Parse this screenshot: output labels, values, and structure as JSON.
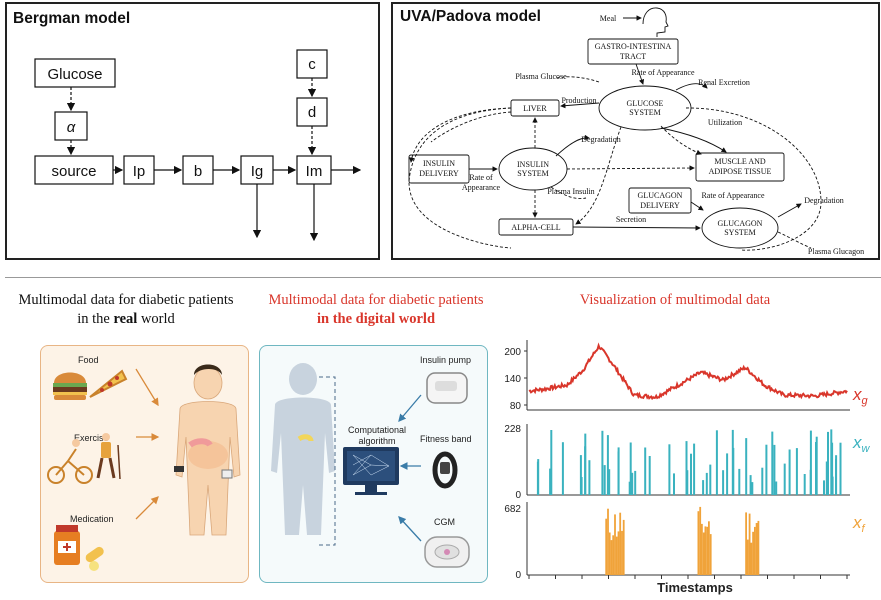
{
  "bergman": {
    "title": "Bergman model",
    "nodes": {
      "glucose": "Glucose",
      "alpha": "α",
      "source": "source",
      "ip": "Ip",
      "b": "b",
      "ig": "Ig",
      "im": "Im",
      "c": "c",
      "d": "d"
    }
  },
  "uva": {
    "title": "UVA/Padova model",
    "meal": "Meal",
    "gi_tract": [
      "GASTRO-INTESTINA",
      "TRACT"
    ],
    "rate_appearance": "Rate of Appearance",
    "renal": "Renal Excretion",
    "plasma_glucose": "Plasma Glucose",
    "liver": "LIVER",
    "production": "Production",
    "glucose_system": [
      "GLUCOSE",
      "SYSTEM"
    ],
    "utilization": "Utilization",
    "degradation": "Degradation",
    "insulin_delivery": [
      "INSULIN",
      "DELIVERY"
    ],
    "insulin_system": [
      "INSULIN",
      "SYSTEM"
    ],
    "muscle": [
      "MUSCLE AND",
      "ADIPOSE TISSUE"
    ],
    "rate_appearance2": [
      "Rate of",
      "Appearance"
    ],
    "plasma_insulin": "Plasma Insulin",
    "glucagon_delivery": [
      "GLUCAGON",
      "DELIVERY"
    ],
    "rate_appearance3": "Rate of Appearance",
    "degradation2": "Degradation",
    "alpha_cell": "ALPHA-CELL",
    "secretion": "Secretion",
    "glucagon_system": [
      "GLUCAGON",
      "SYSTEM"
    ],
    "plasma_glucagon": "Plasma Glucagon"
  },
  "bottom": {
    "real_caption": {
      "line1": "Multimodal data for diabetic patients",
      "line2_pre": "in the ",
      "line2_bold": "real",
      "line2_post": " world"
    },
    "digital_caption": {
      "line1": "Multimodal data for diabetic patients",
      "line2": "in the digital world"
    },
    "viz_caption": "Visualization of multimodal data",
    "real_labels": {
      "food": "Food",
      "exercise": "Exercise",
      "medication": "Medication"
    },
    "digital_labels": {
      "algo": [
        "Computational",
        "algorithm"
      ],
      "pump": "Insulin pump",
      "band": "Fitness band",
      "cgm": "CGM"
    },
    "xlabel": "Timestamps"
  },
  "colors": {
    "red": "#d9362b",
    "teal": "#3ab2bf",
    "orange": "#f0a33a",
    "panel_orange": "#e8b585",
    "panel_teal": "#6fb7c1"
  },
  "chart_data": [
    {
      "type": "line",
      "series": [
        {
          "name": "x_g"
        }
      ],
      "yticks": [
        80,
        140,
        200
      ],
      "ylim": [
        70,
        210
      ],
      "approx_points": [
        [
          0,
          108
        ],
        [
          5,
          112
        ],
        [
          12,
          120
        ],
        [
          17,
          150
        ],
        [
          22,
          198
        ],
        [
          26,
          165
        ],
        [
          33,
          100
        ],
        [
          40,
          96
        ],
        [
          47,
          120
        ],
        [
          54,
          145
        ],
        [
          61,
          130
        ],
        [
          68,
          155
        ],
        [
          74,
          120
        ],
        [
          80,
          100
        ],
        [
          90,
          98
        ],
        [
          100,
          108
        ]
      ]
    },
    {
      "type": "bar",
      "series": [
        {
          "name": "x_w"
        }
      ],
      "yticks": [
        0,
        228
      ],
      "ylim": [
        0,
        228
      ]
    },
    {
      "type": "bar",
      "series": [
        {
          "name": "x_f"
        }
      ],
      "yticks": [
        0,
        682
      ],
      "ylim": [
        0,
        682
      ]
    }
  ]
}
